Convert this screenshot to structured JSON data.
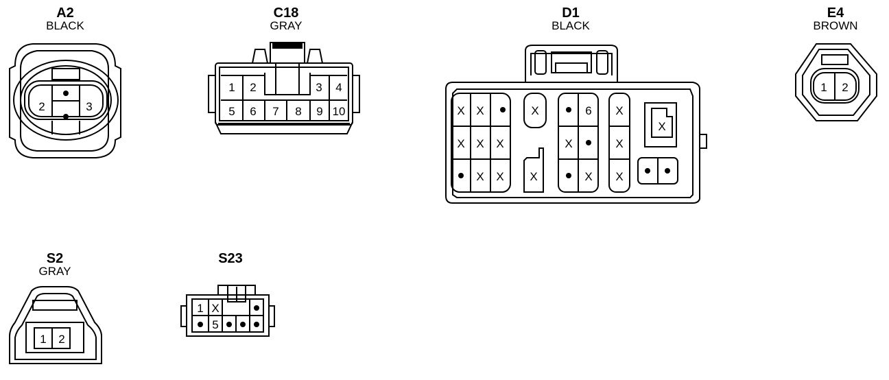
{
  "connectors": {
    "a2": {
      "code": "A2",
      "color": "BLACK",
      "pins": [
        "2",
        "3"
      ]
    },
    "c18": {
      "code": "C18",
      "color": "GRAY",
      "pins": [
        "1",
        "2",
        "3",
        "4",
        "5",
        "6",
        "7",
        "8",
        "9",
        "10"
      ]
    },
    "d1": {
      "code": "D1",
      "color": "BLACK",
      "pins": [
        "6"
      ],
      "unused_mark": "X"
    },
    "e4": {
      "code": "E4",
      "color": "BROWN",
      "pins": [
        "1",
        "2"
      ]
    },
    "s2": {
      "code": "S2",
      "color": "GRAY",
      "pins": [
        "1",
        "2"
      ]
    },
    "s23": {
      "code": "S23",
      "pins": [
        "1",
        "5"
      ],
      "unused_mark": "X"
    }
  }
}
